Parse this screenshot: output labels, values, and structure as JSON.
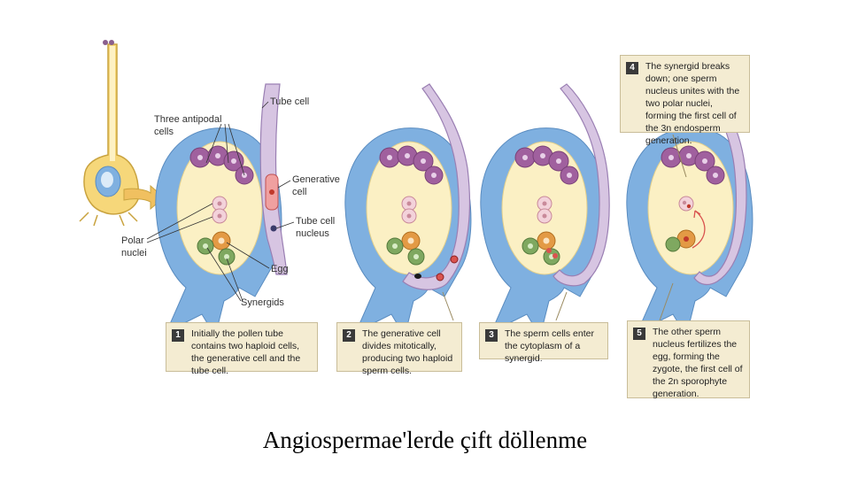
{
  "labels": {
    "antipodal": [
      "Three antipodal",
      "cells"
    ],
    "tube_cell": "Tube cell",
    "generative_cell": [
      "Generative",
      "cell"
    ],
    "tube_cell_nucleus": [
      "Tube cell",
      "nucleus"
    ],
    "polar_nuclei": [
      "Polar",
      "nuclei"
    ],
    "egg": "Egg",
    "synergids": "Synergids"
  },
  "steps": [
    {
      "number": "1",
      "text": "Initially the pollen tube contains two haploid cells, the generative cell and the tube cell."
    },
    {
      "number": "2",
      "text": "The generative cell divides mitotically, producing two haploid sperm cells."
    },
    {
      "number": "3",
      "text": "The sperm cells enter the cytoplasm of a synergid."
    },
    {
      "number": "4",
      "text": "The synergid breaks down; one sperm nucleus unites with the two polar nuclei, forming the first cell of the 3n endosperm generation."
    },
    {
      "number": "5",
      "text": "The other sperm nucleus fertilizes the egg, forming the zygote, the first cell of the 2n sporophyte generation."
    }
  ],
  "caption": "Angiospermae'lerde çift döllenme",
  "colors": {
    "integument": "#7fb0e0",
    "sac": "#fbf0c4",
    "antipodal": "#a0609e",
    "polar": "#f3d2da",
    "egg": "#e39a45",
    "synergid": "#7fa860",
    "tube": "#d7c5e2",
    "sperm": "#d9534f",
    "box": "#f4ecd2"
  },
  "icons": [
    "flower-icon",
    "arrow-right-icon"
  ]
}
